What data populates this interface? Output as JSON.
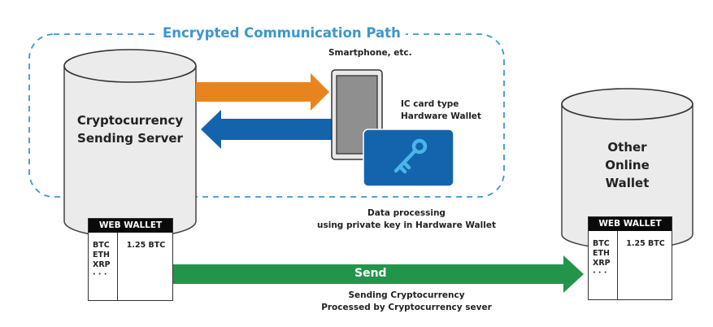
{
  "title": "Encrypted Communication Path",
  "colors": {
    "encrypted_path": "#3a97cf",
    "orange_arrow": "#e8841e",
    "blue_arrow": "#1464ad",
    "send_arrow": "#23954a",
    "card": "#1464ad",
    "key": "#4ab5e8",
    "cylinder_fill": "#eeeeee"
  },
  "sending_server": {
    "line1": "Cryptocurrency",
    "line2": "Sending Server"
  },
  "smartphone_label": "Smartphone, etc.",
  "hardware_wallet": {
    "line1": "IC card type",
    "line2": "Hardware Wallet",
    "icon": "key-icon"
  },
  "data_processing": {
    "line1": "Data processing",
    "line2": "using private key in Hardware Wallet"
  },
  "other_wallet": {
    "line1": "Other",
    "line2": "Online",
    "line3": "Wallet"
  },
  "send": {
    "label": "Send",
    "caption_line1": "Sending Cryptocurrency",
    "caption_line2": "Processed by Cryptocurrency sever"
  },
  "web_wallet_left": {
    "header": "WEB WALLET",
    "currencies": [
      "BTC",
      "ETH",
      "XRP",
      "· · ·"
    ],
    "balance": "1.25 BTC"
  },
  "web_wallet_right": {
    "header": "WEB WALLET",
    "currencies": [
      "BTC",
      "ETH",
      "XRP",
      "· · ·"
    ],
    "balance": "1.25 BTC"
  }
}
